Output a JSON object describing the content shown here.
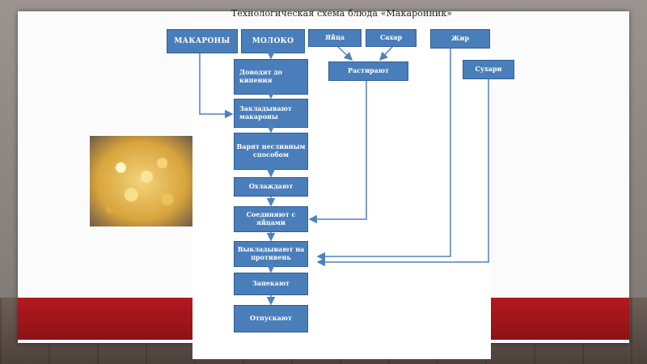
{
  "title": "Технологическая схема блюда «Макаронник»",
  "inputs": {
    "makarony": "МАКАРОНЫ",
    "moloko": "МОЛОКО",
    "yaitsa": "Яйца",
    "sahar": "Сахар",
    "zhir": "Жир",
    "suhari": "Сухари"
  },
  "steps": {
    "dovodyat": "Доводят до кипения",
    "zakladyvayut": "Закладывают макароны",
    "varyat": "Варят несливным способом",
    "ohlazhdayut": "Охлаждают",
    "soedinyayut": "Соединяют с яйцами",
    "vykladyvayut": "Выкладывают на противень",
    "zapekayut": "Запекают",
    "otpuskayut": "Отпускают",
    "rastirayut": "Растирают"
  },
  "colors": {
    "box_fill": "#4a7ebb",
    "arrow": "#4f81bd",
    "band": "#b3191f"
  }
}
